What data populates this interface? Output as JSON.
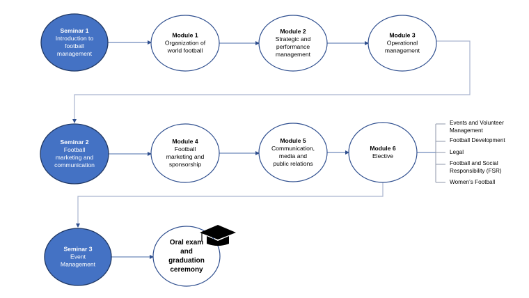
{
  "colors": {
    "seminar_fill": "#4472C4",
    "seminar_stroke": "#203864",
    "module_stroke": "#2F4F8F",
    "arrow": "#4A6BA8",
    "connector": "#A9B4CF",
    "bracket": "#8C96A8",
    "cap": "#000000"
  },
  "nodes": [
    {
      "id": "seminar-1",
      "type": "seminar",
      "title": "Seminar 1",
      "lines": [
        "Introduction to",
        "football",
        "management"
      ]
    },
    {
      "id": "module-1",
      "type": "module",
      "title": "Module 1",
      "lines": [
        "Organization of",
        "world football"
      ]
    },
    {
      "id": "module-2",
      "type": "module",
      "title": "Module 2",
      "lines": [
        "Strategic and",
        "performance",
        "management"
      ]
    },
    {
      "id": "module-3",
      "type": "module",
      "title": "Module 3",
      "lines": [
        "Operational",
        "management"
      ]
    },
    {
      "id": "seminar-2",
      "type": "seminar",
      "title": "Seminar 2",
      "lines": [
        "Football",
        "marketing and",
        "communication"
      ]
    },
    {
      "id": "module-4",
      "type": "module",
      "title": "Module 4",
      "lines": [
        "Football",
        "marketing and",
        "sponsorship"
      ]
    },
    {
      "id": "module-5",
      "type": "module",
      "title": "Module 5",
      "lines": [
        "Communication,",
        "media and",
        "public relations"
      ]
    },
    {
      "id": "module-6",
      "type": "module",
      "title": "Module 6",
      "lines": [
        "Elective"
      ]
    },
    {
      "id": "seminar-3",
      "type": "seminar",
      "title": "Seminar 3",
      "lines": [
        "Event",
        "Management"
      ]
    },
    {
      "id": "final-exam",
      "type": "final",
      "title": "Oral exam",
      "lines": [
        "and",
        "graduation",
        "ceremony"
      ],
      "icon": "graduation-cap-icon"
    }
  ],
  "electives": [
    {
      "lines": [
        "Events and Volunteer",
        "Management"
      ]
    },
    {
      "lines": [
        "Football Development"
      ]
    },
    {
      "lines": [
        "Legal"
      ]
    },
    {
      "lines": [
        "Football and Social",
        "Responsibility (FSR)"
      ]
    },
    {
      "lines": [
        "Women’s Football"
      ]
    }
  ],
  "edges": [
    {
      "from": "seminar-1",
      "to": "module-1"
    },
    {
      "from": "module-1",
      "to": "module-2"
    },
    {
      "from": "module-2",
      "to": "module-3"
    },
    {
      "from": "module-3",
      "to": "seminar-2"
    },
    {
      "from": "seminar-2",
      "to": "module-4"
    },
    {
      "from": "module-4",
      "to": "module-5"
    },
    {
      "from": "module-5",
      "to": "module-6"
    },
    {
      "from": "module-6",
      "to": "electives"
    },
    {
      "from": "module-6",
      "to": "seminar-3"
    },
    {
      "from": "seminar-3",
      "to": "final-exam"
    }
  ]
}
